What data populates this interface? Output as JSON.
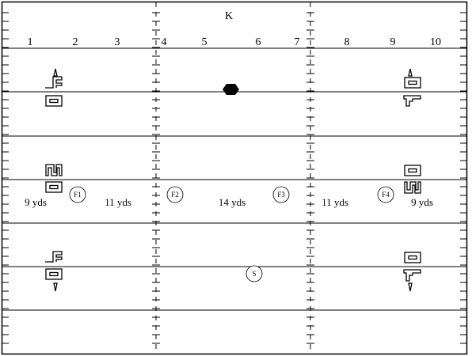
{
  "kicker_label": "K",
  "column_numbers": [
    "1",
    "2",
    "3",
    "4",
    "5",
    "6",
    "7",
    "8",
    "9",
    "10"
  ],
  "yardage_labels": [
    "9 yds",
    "11 yds",
    "14 yds",
    "11 yds",
    "9 yds"
  ],
  "players": [
    "F1",
    "F2",
    "F3",
    "F4",
    "S"
  ],
  "icons": {
    "ball": "football-icon",
    "slot": "slot-shape-icon",
    "hook": "hook-shape-icon",
    "zigzag": "zigzag-shape-icon",
    "cone": "cone-marker-icon"
  },
  "colors": {
    "line": "#000000",
    "background": "#ffffff"
  }
}
